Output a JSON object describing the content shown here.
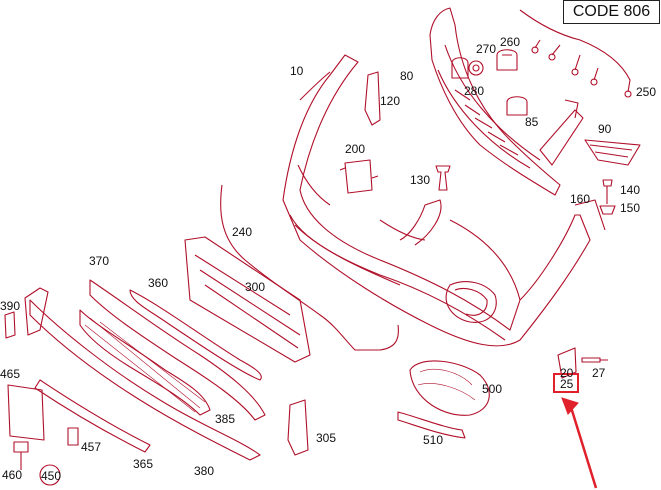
{
  "code_badge": "CODE 806",
  "labels": {
    "l10": "10",
    "l20": "20",
    "l25": "25",
    "l27": "27",
    "l80": "80",
    "l85": "85",
    "l90": "90",
    "l120": "120",
    "l130": "130",
    "l140": "140",
    "l150": "150",
    "l160": "160",
    "l200": "200",
    "l240": "240",
    "l250": "250",
    "l260": "260",
    "l270": "270",
    "l280": "280",
    "l300": "300",
    "l305": "305",
    "l360": "360",
    "l365": "365",
    "l370": "370",
    "l380": "380",
    "l385": "385",
    "l390": "390",
    "l450": "450",
    "l457": "457",
    "l460": "460",
    "l465": "465",
    "l500": "500",
    "l510": "510"
  },
  "colors": {
    "line": "#b0102a",
    "highlight": "#e0202a",
    "text": "#111111"
  },
  "icons": {
    "arrow": "red-pointer-arrow",
    "highlight": "red-highlight-box"
  }
}
